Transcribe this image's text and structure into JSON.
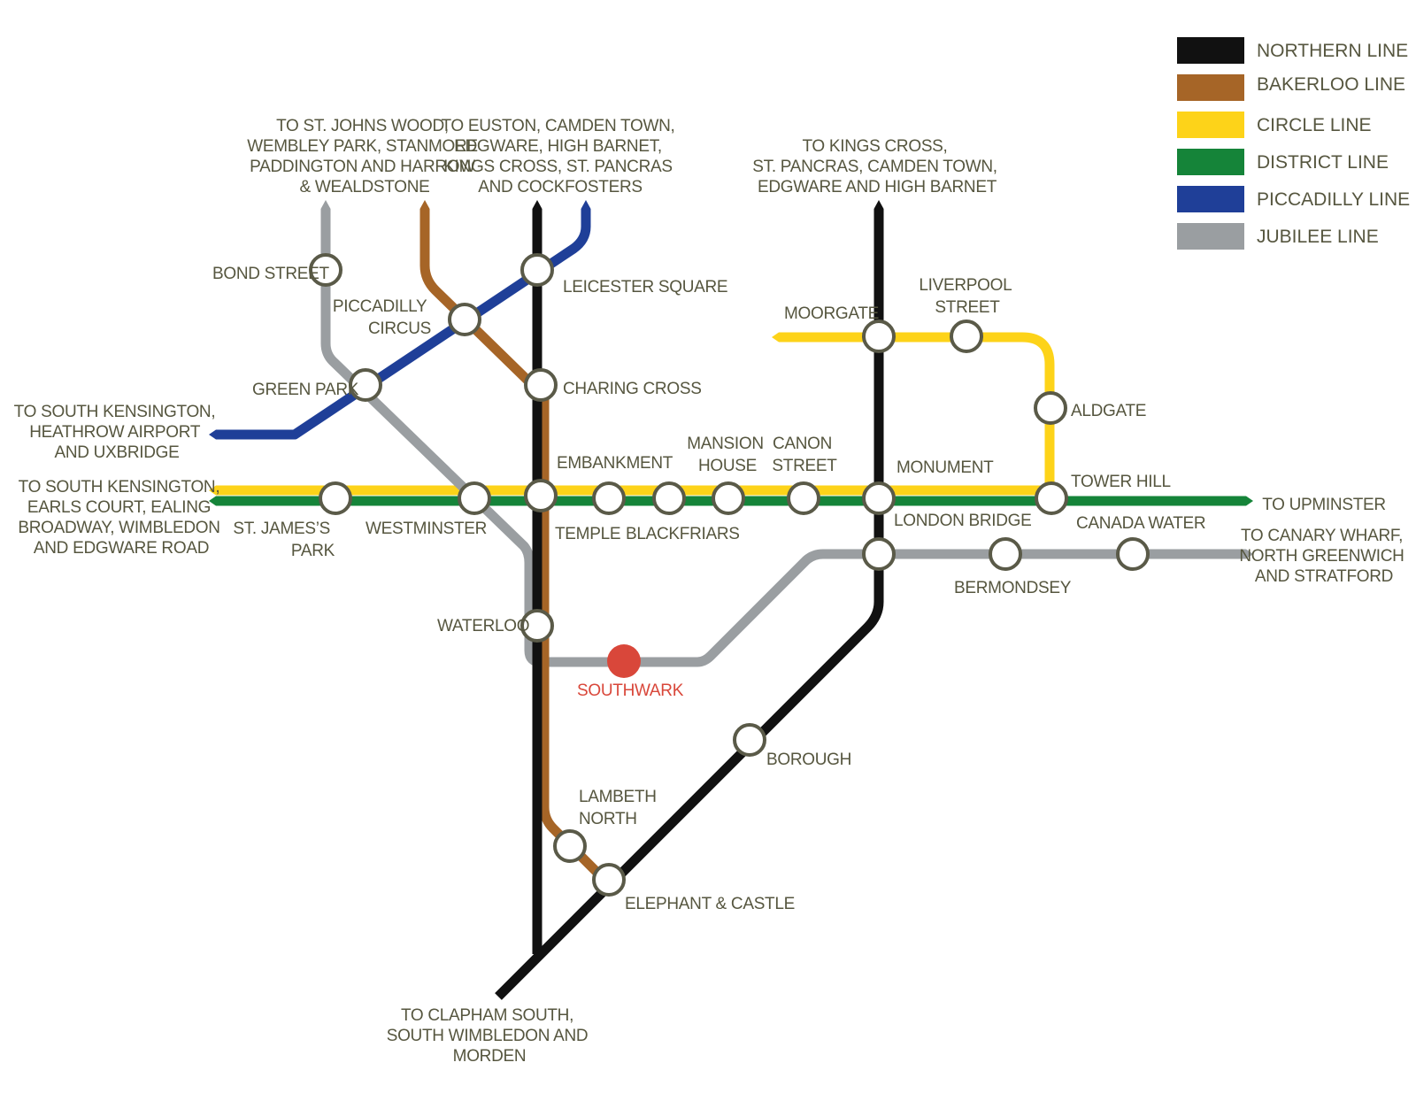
{
  "lines": {
    "northern": {
      "name": "NORTHERN LINE",
      "color": "#111111"
    },
    "bakerloo": {
      "name": "BAKERLOO LINE",
      "color": "#a66527"
    },
    "circle": {
      "name": "CIRCLE LINE",
      "color": "#fdd319"
    },
    "district": {
      "name": "DISTRICT LINE",
      "color": "#158439"
    },
    "piccadilly": {
      "name": "PICCADILLY LINE",
      "color": "#1f3f98"
    },
    "jubilee": {
      "name": "JUBILEE LINE",
      "color": "#9a9ea1"
    }
  },
  "current_station": {
    "name": "SOUTHWARK",
    "color": "#d9473a"
  },
  "stations": {
    "bond_street": "BOND STREET",
    "piccadilly_circus": [
      "PICCADILLY",
      "CIRCUS"
    ],
    "leicester_square": "LEICESTER SQUARE",
    "green_park": "GREEN PARK",
    "charing_cross": "CHARING CROSS",
    "embankment": "EMBANKMENT",
    "mansion_house": [
      "MANSION",
      "HOUSE"
    ],
    "canon_street": [
      "CANON",
      "STREET"
    ],
    "monument": "MONUMENT",
    "moorgate": "MOORGATE",
    "liverpool_street": [
      "LIVERPOOL",
      "STREET"
    ],
    "aldgate": "ALDGATE",
    "tower_hill": "TOWER HILL",
    "st_jamess_park": [
      "ST. JAMES’S",
      "PARK"
    ],
    "westminster": "WESTMINSTER",
    "temple": "TEMPLE",
    "blackfriars": "BLACKFRIARS",
    "london_bridge": "LONDON BRIDGE",
    "canada_water": "CANADA WATER",
    "bermondsey": "BERMONDSEY",
    "waterloo": "WATERLOO",
    "borough": "BOROUGH",
    "lambeth_north": [
      "LAMBETH",
      "NORTH"
    ],
    "elephant_castle": "ELEPHANT & CASTLE"
  },
  "destinations": {
    "jubilee_bakerloo_north": [
      "TO ST. JOHNS WOOD,",
      "WEMBLEY PARK, STANMORE",
      "PADDINGTON AND HARROW",
      "& WEALDSTONE"
    ],
    "northern_piccadilly_north": [
      "TO EUSTON, CAMDEN TOWN,",
      "EDGWARE, HIGH BARNET,",
      "KINGS CROSS, ST. PANCRAS",
      "AND COCKFOSTERS"
    ],
    "northern_bank_north": [
      "TO KINGS CROSS,",
      "ST. PANCRAS, CAMDEN TOWN,",
      "EDGWARE AND HIGH BARNET"
    ],
    "piccadilly_west": [
      "TO SOUTH KENSINGTON,",
      "HEATHROW AIRPORT",
      "AND UXBRIDGE"
    ],
    "circle_district_west": [
      "TO SOUTH KENSINGTON,",
      "EARLS COURT, EALING",
      "BROADWAY, WIMBLEDON",
      "AND EDGWARE ROAD"
    ],
    "district_east": [
      "TO UPMINSTER"
    ],
    "jubilee_east": [
      "TO CANARY WHARF,",
      "NORTH GREENWICH",
      "AND STRATFORD"
    ],
    "northern_south": [
      "TO CLAPHAM SOUTH,",
      "SOUTH WIMBLEDON AND",
      "MORDEN"
    ]
  }
}
